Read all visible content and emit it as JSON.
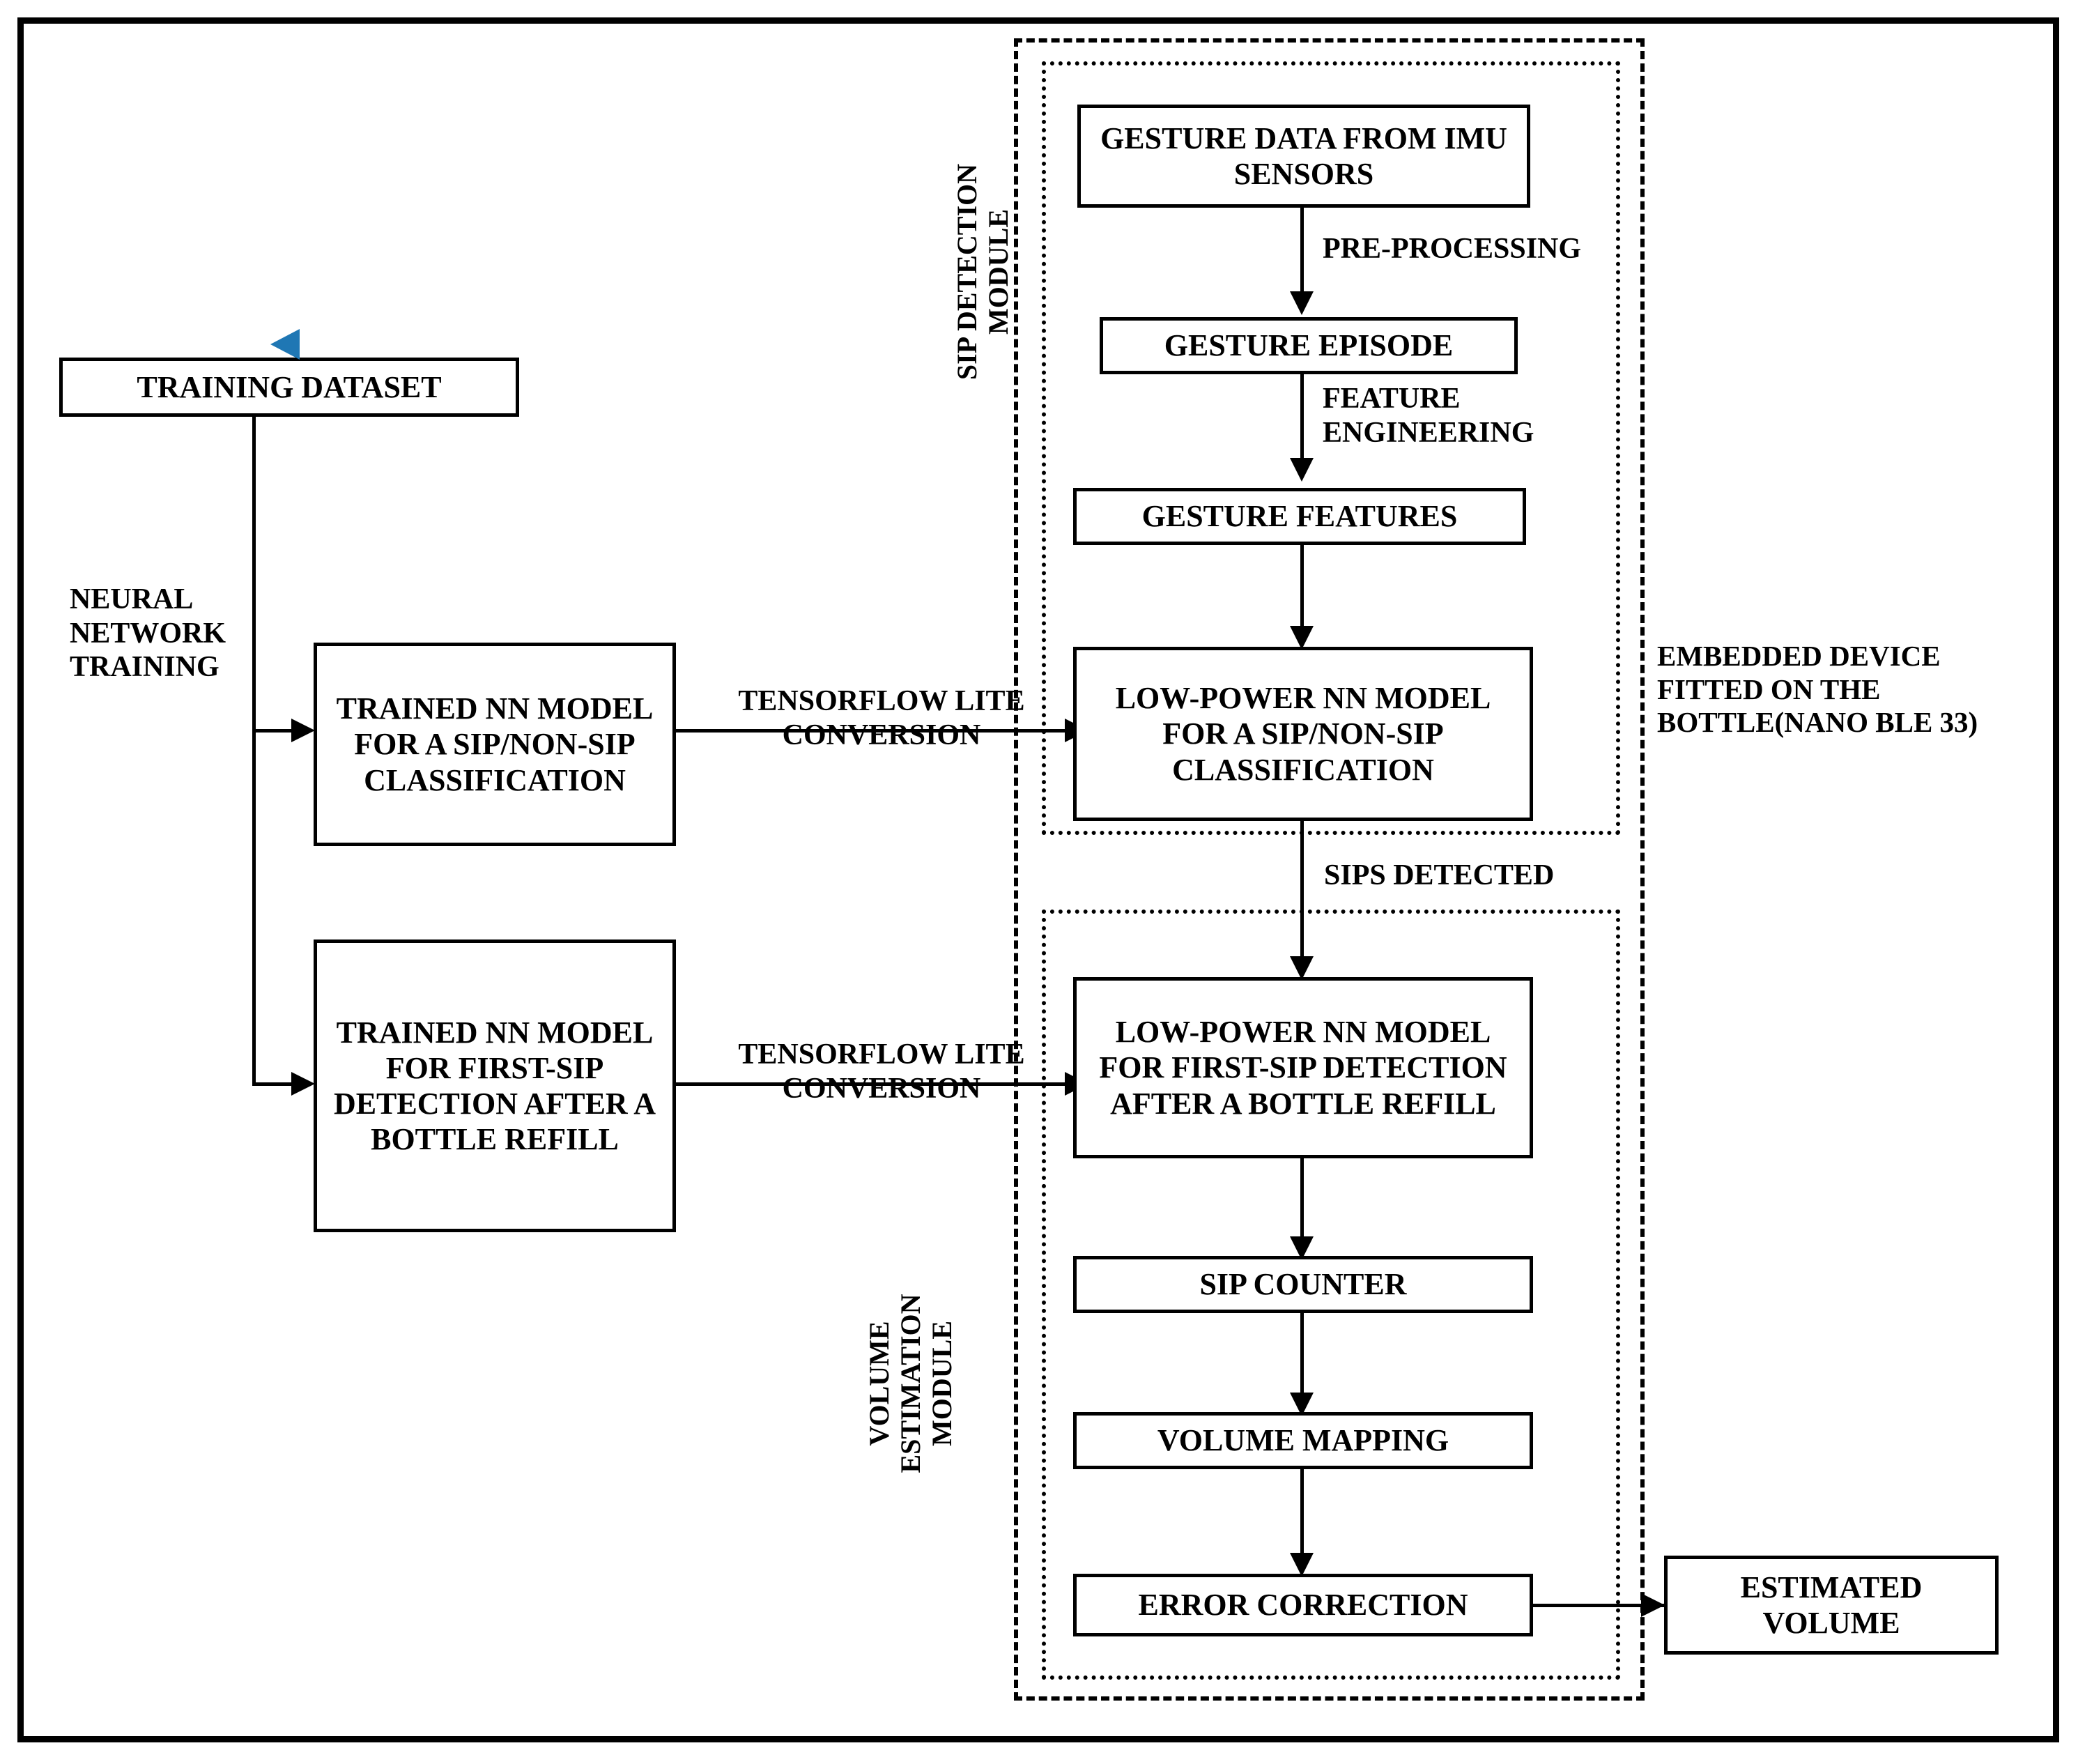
{
  "diagram": {
    "title": "Sip Detection and Volume Estimation Pipeline",
    "accent_color": "#1f77b4",
    "line_color": "#000000",
    "background_color": "#ffffff"
  },
  "training_side": {
    "dataset_box": "TRAINING DATASET",
    "training_edge_label": "NEURAL\nNETWORK\nTRAINING",
    "model_sip_box": "TRAINED NN MODEL FOR A SIP/NON-SIP CLASSIFICATION",
    "model_firstsip_box": "TRAINED NN MODEL FOR FIRST-SIP DETECTION AFTER A BOTTLE REFILL",
    "conversion_label_top": "TENSORFLOW LITE\nCONVERSION",
    "conversion_label_bottom": "TENSORFLOW LITE\nCONVERSION"
  },
  "embedded_device": {
    "caption": "EMBEDDED DEVICE\nFITTED ON THE\nBOTTLE(NANO BLE 33)"
  },
  "sip_detection_module": {
    "caption": "SIP DETECTION\nMODULE",
    "boxes": [
      "GESTURE DATA FROM IMU SENSORS",
      "GESTURE EPISODE",
      "GESTURE FEATURES",
      "LOW-POWER NN MODEL FOR A SIP/NON-SIP CLASSIFICATION"
    ],
    "edge_labels": [
      "PRE-PROCESSING",
      "FEATURE\nENGINEERING"
    ]
  },
  "bridge": {
    "label": "SIPS DETECTED"
  },
  "volume_estimation_module": {
    "caption": "VOLUME\nESTIMATION\nMODULE",
    "boxes": [
      "LOW-POWER NN MODEL FOR FIRST-SIP DETECTION AFTER A BOTTLE REFILL",
      "SIP COUNTER",
      "VOLUME MAPPING",
      "ERROR CORRECTION"
    ]
  },
  "output": {
    "box": "ESTIMATED VOLUME"
  }
}
